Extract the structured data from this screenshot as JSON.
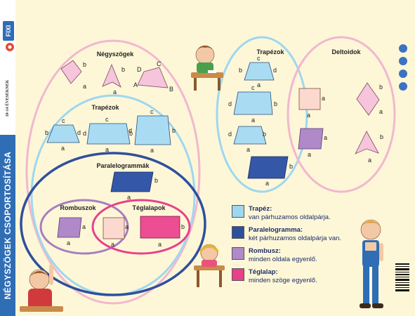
{
  "sidebar": {
    "title": "NÉGYSZÖGEK CSOPORTOSÍTÁSA",
    "age": "10-14 ÉVESEKNEK",
    "brand": "FIXI"
  },
  "left_diagram": {
    "sets": [
      {
        "title": "Négyszögek",
        "color": "#f2b7cf"
      },
      {
        "title": "Trapézok",
        "color": "#9fd7ef"
      },
      {
        "title": "Paralelogrammák",
        "color": "#2f4f9e"
      },
      {
        "title": "Rombuszok",
        "color": "#a77ebf"
      },
      {
        "title": "Téglalapok",
        "color": "#e8408a"
      }
    ],
    "vertex_labels": [
      "A",
      "B",
      "C",
      "D"
    ],
    "side_labels": [
      "a",
      "b",
      "c",
      "d"
    ]
  },
  "right_diagram": {
    "sets": [
      {
        "title": "Trapézok",
        "color": "#9fd7ef"
      },
      {
        "title": "Deltoidok",
        "color": "#f2b7cf"
      }
    ]
  },
  "legend": [
    {
      "name": "Trapéz:",
      "desc": "van párhuzamos oldalpárja.",
      "color": "#9fd7ef"
    },
    {
      "name": "Paralelogramma:",
      "desc": "két párhuzamos oldalpárja van.",
      "color": "#2f4f9e"
    },
    {
      "name": "Rombusz:",
      "desc": "minden oldala egyenlő.",
      "color": "#b089c8"
    },
    {
      "name": "Téglalap:",
      "desc": "minden szöge egyenlő.",
      "color": "#e8408a"
    }
  ],
  "colors": {
    "background": "#fdf7d8",
    "spine": "#2f6db5",
    "pink_shape": "#f6c4db",
    "light_blue_shape": "#a9dcf3",
    "dark_blue_shape": "#3457a8",
    "purple_shape": "#b089c8",
    "peach_shape": "#fbd9cf",
    "magenta_shape": "#ec4d93"
  }
}
